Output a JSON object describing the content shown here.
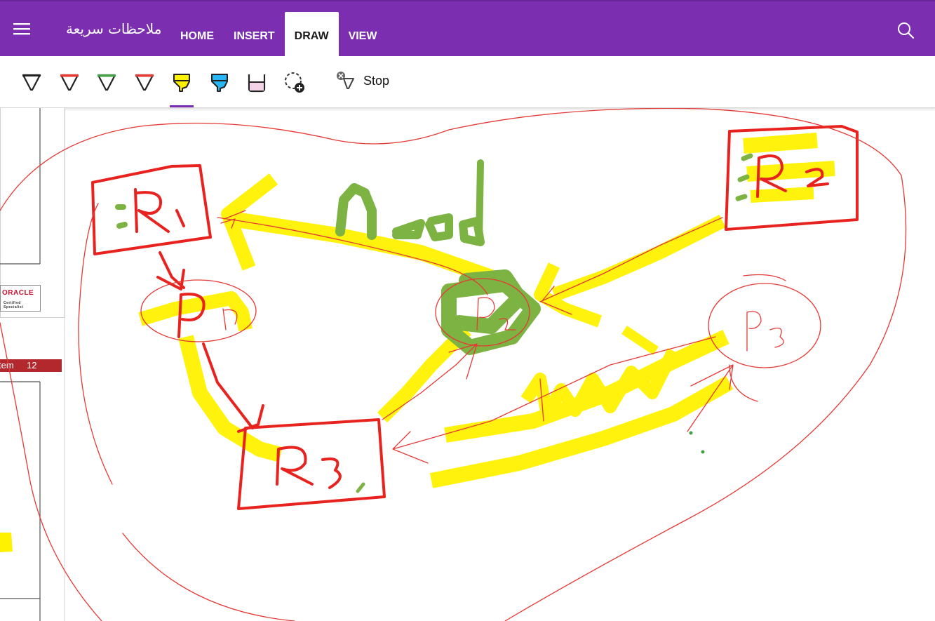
{
  "app": {
    "title": "ملاحظات سريعة"
  },
  "tabs": [
    {
      "label": "HOME",
      "active": false
    },
    {
      "label": "INSERT",
      "active": false
    },
    {
      "label": "DRAW",
      "active": true
    },
    {
      "label": "VIEW",
      "active": false
    }
  ],
  "toolbar": {
    "tools": [
      {
        "name": "pen-black",
        "color": "#222222"
      },
      {
        "name": "pen-red",
        "color": "#e53935"
      },
      {
        "name": "pen-green",
        "color": "#43a047"
      },
      {
        "name": "pen-red-2",
        "color": "#e53935"
      },
      {
        "name": "highlighter-yellow",
        "color": "#ffeb3b",
        "selected": true
      },
      {
        "name": "highlighter-cyan",
        "color": "#29b6f6"
      },
      {
        "name": "eraser",
        "color": "#f3d3e6"
      },
      {
        "name": "lasso-add",
        "color": "#444444"
      }
    ],
    "stop_label": "Stop"
  },
  "page_strip": {
    "badge_text": "ORACLE",
    "badge_subtext": "Certified Specialist",
    "item_label": "tem",
    "item_number": "12"
  },
  "colors": {
    "accent": "#7b2fb0",
    "ink_red": "#e8231f",
    "ink_thin_red": "#e53935",
    "highlight_yellow": "#fff200",
    "ink_green": "#7cb342"
  },
  "ink_labels": {
    "r1": "R1",
    "r2": "R2",
    "r3": "R3",
    "p1": "P1",
    "p2": "P2",
    "p3": "P3",
    "read": "read",
    "wait": "Wait"
  }
}
